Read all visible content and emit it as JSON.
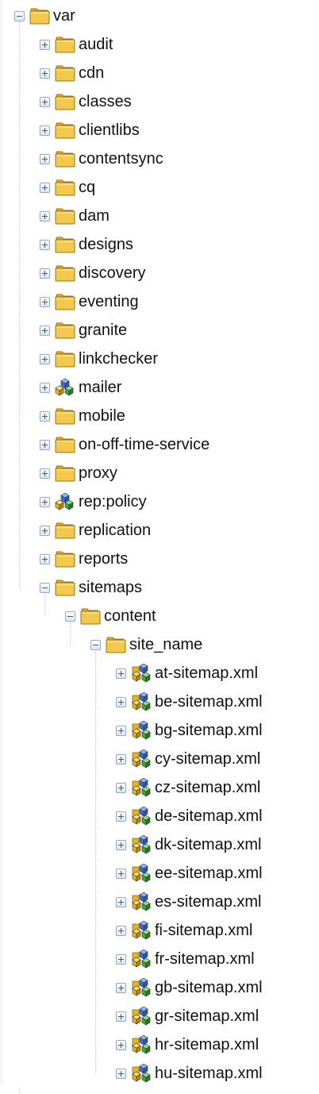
{
  "tree": {
    "nodes": [
      {
        "label": "var",
        "depth": 0,
        "expanded": true,
        "icon": "folder-icon"
      },
      {
        "label": "audit",
        "depth": 1,
        "expanded": false,
        "icon": "folder-icon"
      },
      {
        "label": "cdn",
        "depth": 1,
        "expanded": false,
        "icon": "folder-icon"
      },
      {
        "label": "classes",
        "depth": 1,
        "expanded": false,
        "icon": "folder-icon"
      },
      {
        "label": "clientlibs",
        "depth": 1,
        "expanded": false,
        "icon": "folder-icon"
      },
      {
        "label": "contentsync",
        "depth": 1,
        "expanded": false,
        "icon": "folder-icon"
      },
      {
        "label": "cq",
        "depth": 1,
        "expanded": false,
        "icon": "folder-icon"
      },
      {
        "label": "dam",
        "depth": 1,
        "expanded": false,
        "icon": "folder-icon"
      },
      {
        "label": "designs",
        "depth": 1,
        "expanded": false,
        "icon": "folder-icon"
      },
      {
        "label": "discovery",
        "depth": 1,
        "expanded": false,
        "icon": "folder-icon"
      },
      {
        "label": "eventing",
        "depth": 1,
        "expanded": false,
        "icon": "folder-icon"
      },
      {
        "label": "granite",
        "depth": 1,
        "expanded": false,
        "icon": "folder-icon"
      },
      {
        "label": "linkchecker",
        "depth": 1,
        "expanded": false,
        "icon": "folder-icon"
      },
      {
        "label": "mailer",
        "depth": 1,
        "expanded": false,
        "icon": "node-cubes-icon"
      },
      {
        "label": "mobile",
        "depth": 1,
        "expanded": false,
        "icon": "folder-icon"
      },
      {
        "label": "on-off-time-service",
        "depth": 1,
        "expanded": false,
        "icon": "folder-icon"
      },
      {
        "label": "proxy",
        "depth": 1,
        "expanded": false,
        "icon": "folder-icon"
      },
      {
        "label": "rep:policy",
        "depth": 1,
        "expanded": false,
        "icon": "node-cubes-icon"
      },
      {
        "label": "replication",
        "depth": 1,
        "expanded": false,
        "icon": "folder-icon"
      },
      {
        "label": "reports",
        "depth": 1,
        "expanded": false,
        "icon": "folder-icon"
      },
      {
        "label": "sitemaps",
        "depth": 1,
        "expanded": true,
        "icon": "folder-icon"
      },
      {
        "label": "content",
        "depth": 2,
        "expanded": true,
        "icon": "folder-icon"
      },
      {
        "label": "site_name",
        "depth": 3,
        "expanded": true,
        "icon": "folder-icon"
      },
      {
        "label": "at-sitemap.xml",
        "depth": 4,
        "expanded": false,
        "icon": "file-cubes-icon"
      },
      {
        "label": "be-sitemap.xml",
        "depth": 4,
        "expanded": false,
        "icon": "file-cubes-icon"
      },
      {
        "label": "bg-sitemap.xml",
        "depth": 4,
        "expanded": false,
        "icon": "file-cubes-icon"
      },
      {
        "label": "cy-sitemap.xml",
        "depth": 4,
        "expanded": false,
        "icon": "file-cubes-icon"
      },
      {
        "label": "cz-sitemap.xml",
        "depth": 4,
        "expanded": false,
        "icon": "file-cubes-icon"
      },
      {
        "label": "de-sitemap.xml",
        "depth": 4,
        "expanded": false,
        "icon": "file-cubes-icon"
      },
      {
        "label": "dk-sitemap.xml",
        "depth": 4,
        "expanded": false,
        "icon": "file-cubes-icon"
      },
      {
        "label": "ee-sitemap.xml",
        "depth": 4,
        "expanded": false,
        "icon": "file-cubes-icon"
      },
      {
        "label": "es-sitemap.xml",
        "depth": 4,
        "expanded": false,
        "icon": "file-cubes-icon"
      },
      {
        "label": "fi-sitemap.xml",
        "depth": 4,
        "expanded": false,
        "icon": "file-cubes-icon"
      },
      {
        "label": "fr-sitemap.xml",
        "depth": 4,
        "expanded": false,
        "icon": "file-cubes-icon"
      },
      {
        "label": "gb-sitemap.xml",
        "depth": 4,
        "expanded": false,
        "icon": "file-cubes-icon"
      },
      {
        "label": "gr-sitemap.xml",
        "depth": 4,
        "expanded": false,
        "icon": "file-cubes-icon"
      },
      {
        "label": "hr-sitemap.xml",
        "depth": 4,
        "expanded": false,
        "icon": "file-cubes-icon"
      },
      {
        "label": "hu-sitemap.xml",
        "depth": 4,
        "expanded": false,
        "icon": "file-cubes-icon"
      }
    ]
  },
  "colors": {
    "folder": "#f2c94c",
    "cube_blue": "#3a6fd8",
    "cube_green": "#43a83a",
    "cube_yellow": "#e6b422",
    "text": "#111111",
    "tree_line": "#c9c9c9"
  }
}
